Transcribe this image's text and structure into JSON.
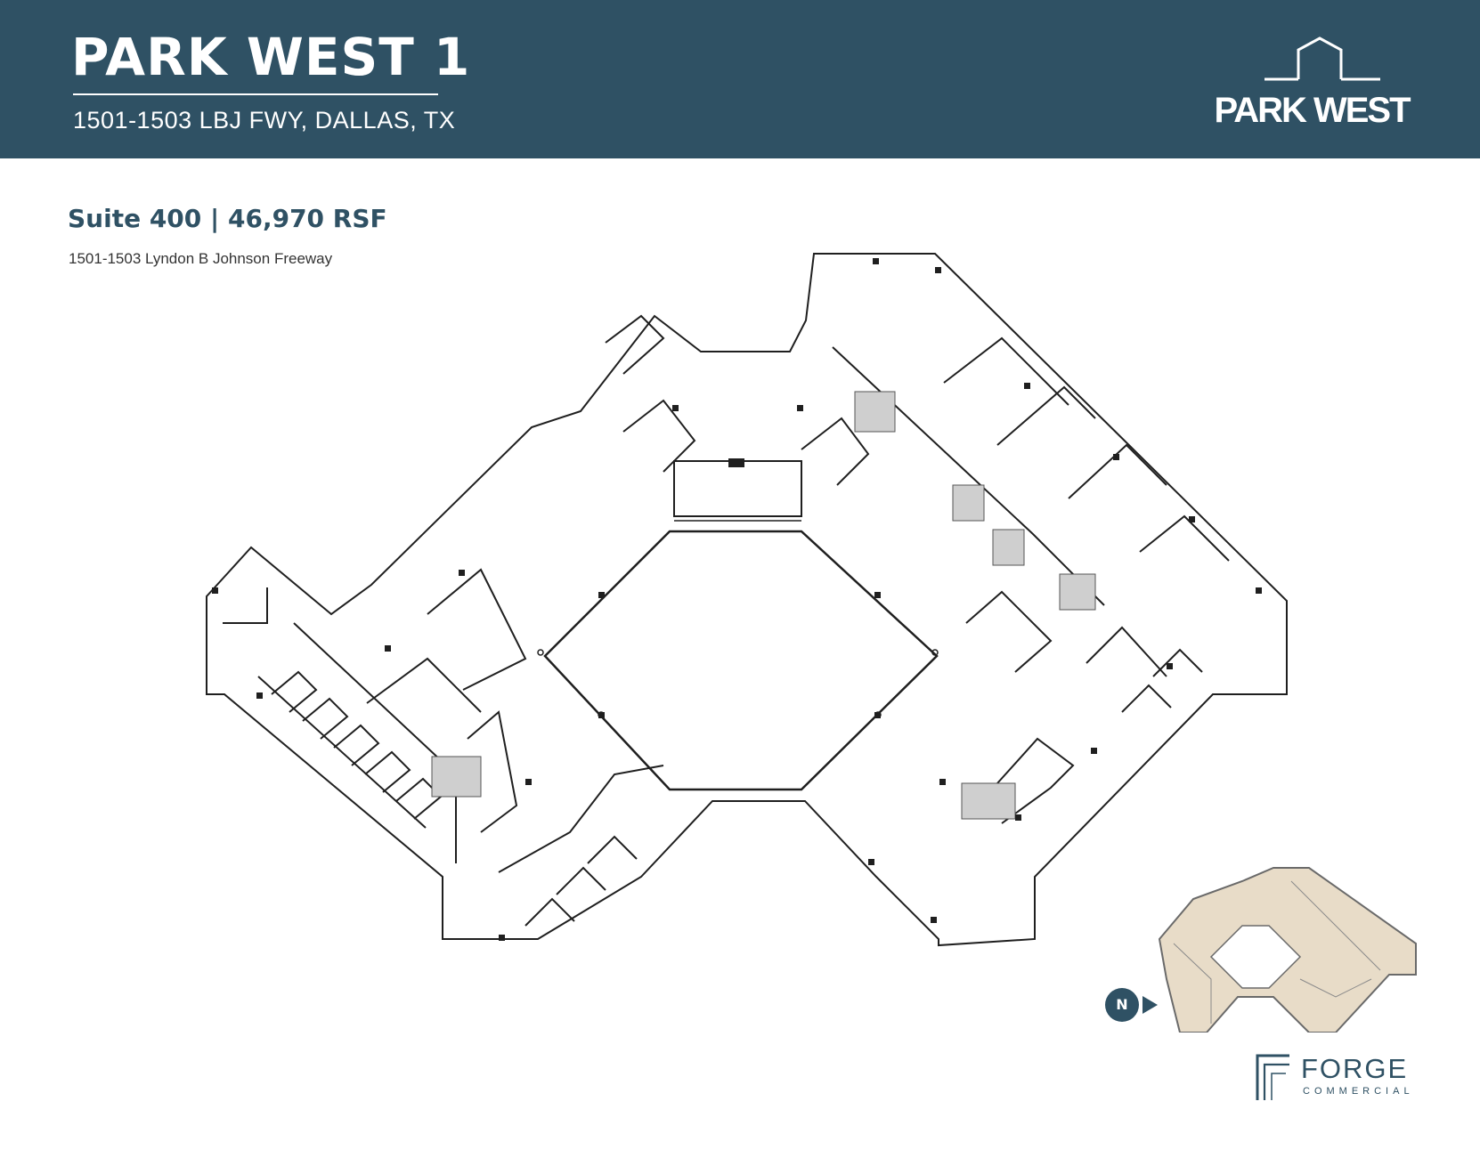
{
  "header": {
    "title": "PARK WEST 1",
    "address": "1501-1503 LBJ FWY, DALLAS, TX",
    "brand": "PARK WEST",
    "background_color": "#2f5164"
  },
  "listing": {
    "suite": "Suite 400 | 46,970 RSF",
    "address": "1501-1503 Lyndon B Johnson Freeway"
  },
  "key_plan": {
    "north_label": "N",
    "highlight_color": "#e8dcc8"
  },
  "footer": {
    "company": "FORGE",
    "company_sub": "COMMERCIAL"
  },
  "icons": [
    "house-outline-icon",
    "north-arrow-icon",
    "forge-logo-icon"
  ]
}
